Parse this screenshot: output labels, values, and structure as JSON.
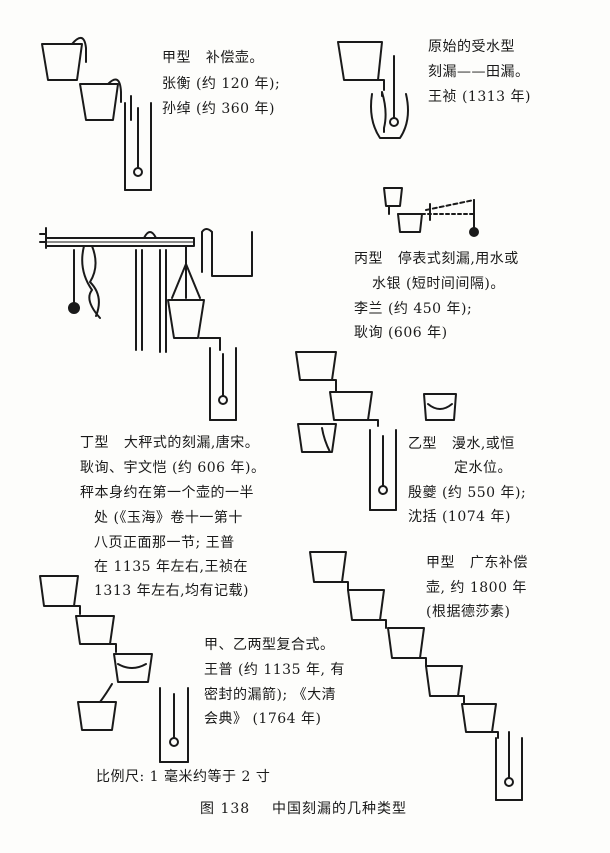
{
  "type_a": {
    "label": "甲型",
    "name": "补偿壶。",
    "lines": [
      "张衡 (约 120 年);",
      "孙绰 (约 360 年)"
    ]
  },
  "primitive": {
    "lines": [
      "原始的受水型",
      "刻漏——田漏。",
      "王祯 (1313 年)"
    ]
  },
  "type_c": {
    "label": "丙型",
    "lines": [
      "停表式刻漏,用水或",
      "水银 (短时间间隔)。",
      "李兰 (约 450 年);",
      "耿询 (606 年)"
    ]
  },
  "type_d": {
    "label": "丁型",
    "lines": [
      "大秤式的刻漏,唐宋。",
      "耿询、宇文恺 (约 606 年)。",
      "秤本身约在第一个壶的一半",
      "处 (《玉海》卷十一第十",
      "八页正面那一节; 王普",
      "在 1135 年左右,王祯在",
      "1313 年左右,均有记载)"
    ]
  },
  "type_b": {
    "label": "乙型",
    "lines": [
      "漫水,或恒",
      "定水位。",
      "殷夔 (约 550 年);",
      "沈括 (1074 年)"
    ]
  },
  "guangdong": {
    "label": "甲型",
    "lines": [
      "广东补偿",
      "壶, 约 1800 年",
      "(根据德莎素)"
    ]
  },
  "compound": {
    "lines": [
      "甲、乙两型复合式。",
      "王普 (约 1135 年, 有",
      "密封的漏箭); 《大清",
      "会典》 (1764 年)"
    ]
  },
  "scale": {
    "text": "比例尺: 1 毫米约等于 2 寸"
  },
  "caption": {
    "number": "图 138",
    "title": "中国刻漏的几种类型"
  }
}
